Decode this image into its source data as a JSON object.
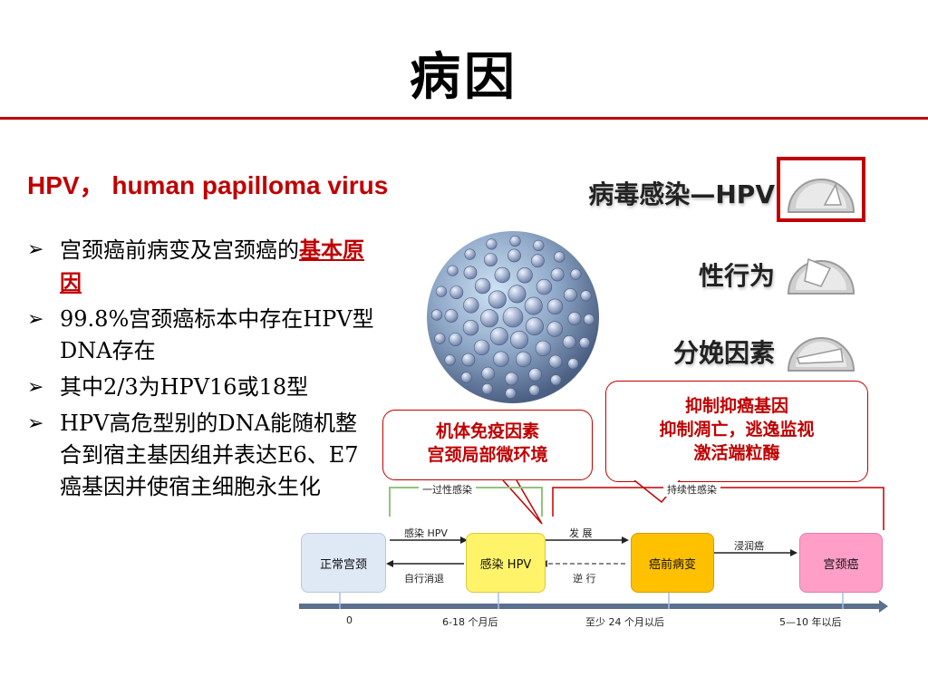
{
  "slide": {
    "title": "病因"
  },
  "left": {
    "subtitle": "HPV， human papilloma virus",
    "bullets": [
      {
        "text_before": "宫颈癌前病变及宫颈癌的",
        "emphasis": "基本原因"
      },
      {
        "text": "99.8%宫颈癌标本中存在HPV型DNA存在"
      },
      {
        "text": "其中2/3为HPV16或18型"
      },
      {
        "text": "HPV高危型别的DNA能随机整合到宿主基因组并表达E6、E7癌基因并使宿主细胞永生化"
      }
    ],
    "bullet_glyph": "➢"
  },
  "factors": [
    {
      "label": "病毒感染—HPV",
      "highlighted": true
    },
    {
      "label": "性行为",
      "highlighted": false
    },
    {
      "label": "分娩因素",
      "highlighted": false
    }
  ],
  "callouts": {
    "immune": [
      "机体免疫因素",
      "宫颈局部微环境"
    ],
    "oncogene": [
      "抑制抑癌基因",
      "抑制凋亡，逃逸监视",
      "激活端粒酶"
    ]
  },
  "flow": {
    "bracket_transient": "一过性感染",
    "bracket_persistent": "持续性感染",
    "stages": [
      "正常宫颈",
      "感染 HPV",
      "癌前病变",
      "宫颈癌"
    ],
    "arrows": {
      "infect": "感染 HPV",
      "clear": "自行消退",
      "develop": "发  展",
      "reverse": "逆  行",
      "invade": "浸润癌"
    },
    "timeline": [
      "0",
      "6-18 个月后",
      "至少 24 个月以后",
      "5—10 年以后"
    ]
  },
  "colors": {
    "accent": "#c00000",
    "stage_normal": "#dfe8f5",
    "stage_infect": "#fff36a",
    "stage_precancer": "#ffc000",
    "stage_cancer": "#ff9fc8",
    "bracket_transient": "#92c47d"
  }
}
